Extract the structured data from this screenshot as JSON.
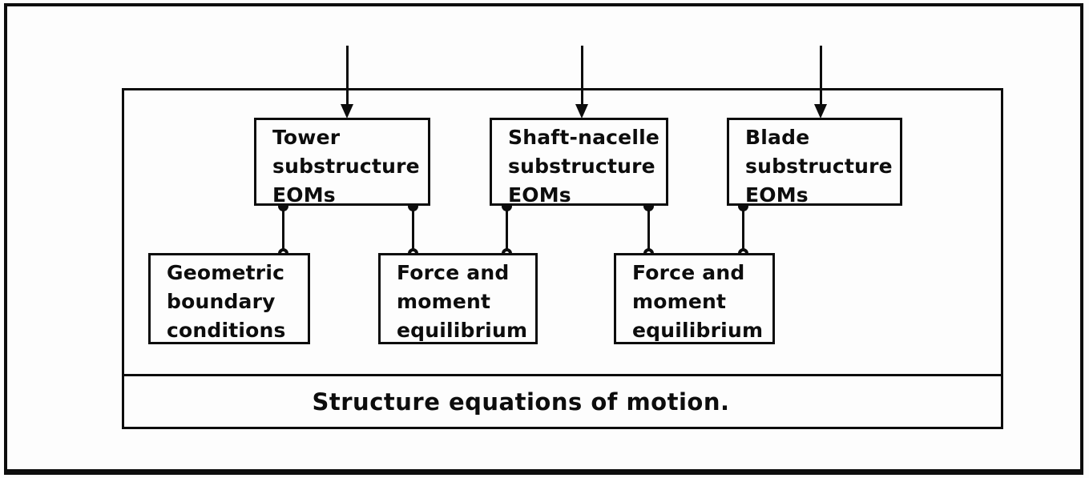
{
  "diagram": {
    "caption": "Structure equations of motion.",
    "top_row": [
      {
        "id": "tower",
        "lines": [
          "Tower",
          "substructure",
          "EOMs"
        ]
      },
      {
        "id": "shaft-nacelle",
        "lines": [
          "Shaft-nacelle",
          "substructure",
          "EOMs"
        ]
      },
      {
        "id": "blade",
        "lines": [
          "Blade",
          "substructure",
          "EOMs"
        ]
      }
    ],
    "bottom_row": [
      {
        "id": "geometric-boundary-conditions",
        "lines": [
          "Geometric",
          "boundary",
          "conditions"
        ]
      },
      {
        "id": "force-moment-equilibrium-1",
        "lines": [
          "Force and",
          "moment",
          "equilibrium"
        ]
      },
      {
        "id": "force-moment-equilibrium-2",
        "lines": [
          "Force and",
          "moment",
          "equilibrium"
        ]
      }
    ],
    "arrows": [
      {
        "target": "tower"
      },
      {
        "target": "shaft-nacelle"
      },
      {
        "target": "blade"
      }
    ],
    "connections": [
      {
        "from": "tower",
        "to": "geometric-boundary-conditions"
      },
      {
        "from": "tower",
        "to": "force-moment-equilibrium-1"
      },
      {
        "from": "shaft-nacelle",
        "to": "force-moment-equilibrium-1"
      },
      {
        "from": "shaft-nacelle",
        "to": "force-moment-equilibrium-2"
      },
      {
        "from": "blade",
        "to": "force-moment-equilibrium-2"
      }
    ],
    "colors": {
      "line": "#0d0d0d",
      "background": "#fdfdfd"
    }
  }
}
